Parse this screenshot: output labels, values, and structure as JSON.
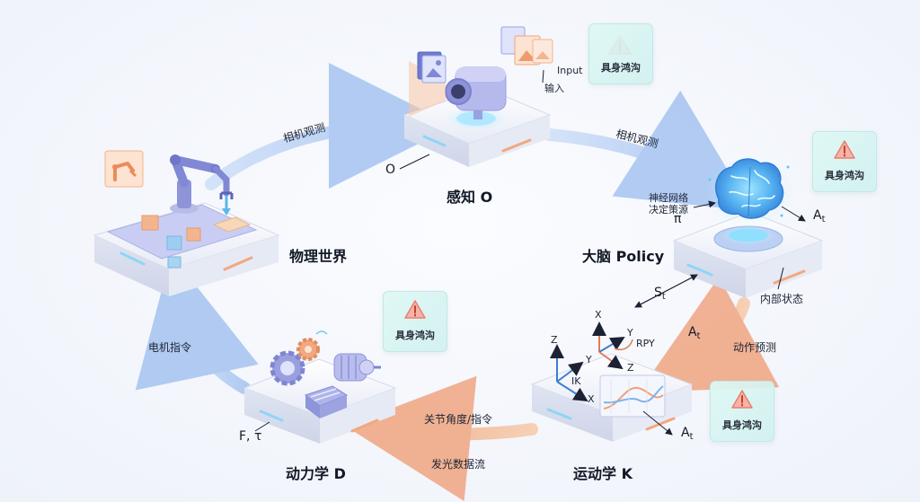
{
  "stations": {
    "physical": "物理世界",
    "perception": "感知 O",
    "brain": "大脑 Policy",
    "kinematics": "运动学 K",
    "dynamics": "动力学 D"
  },
  "flows": {
    "camera_obs_left": "相机观测",
    "camera_obs_right": "相机观测",
    "action_pred": "动作预测",
    "joint_cmd": "关节角度/指令",
    "light_stream": "发光数据流",
    "motor_cmd": "电机指令"
  },
  "symbols": {
    "o": "O",
    "pi": "π",
    "a": "A",
    "s": "S",
    "t": "t",
    "f_tau": "F, τ",
    "x": "X",
    "y": "Y",
    "z": "Z",
    "rpy": "RPY",
    "ik": "IK"
  },
  "annotations": {
    "input_en": "Input",
    "input_zh": "输入",
    "nn_line1": "神经网络",
    "nn_line2": "决定策源",
    "internal_state": "内部状态"
  },
  "badges": {
    "label": "具身鸿沟"
  },
  "colors": {
    "cool_arrow": "#a9c6f2",
    "warm_arrow": "#f4b98f",
    "warning": "#f08a7a",
    "badge_bg": "#d9f3f0"
  }
}
